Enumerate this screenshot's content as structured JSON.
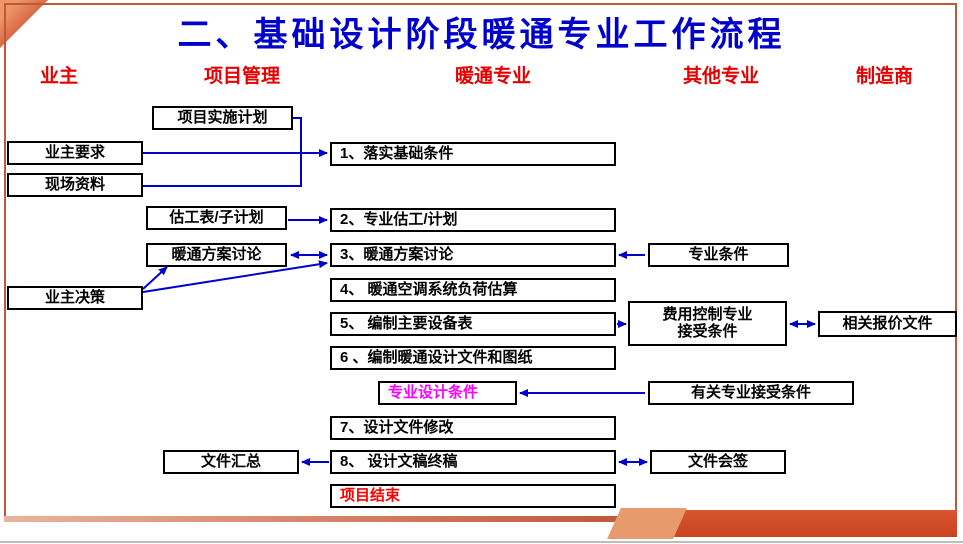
{
  "slide": {
    "title": "二、基础设计阶段暖通专业工作流程",
    "columns": [
      {
        "label": "业主"
      },
      {
        "label": "项目管理"
      },
      {
        "label": "暖通专业"
      },
      {
        "label": "其他专业"
      },
      {
        "label": "制造商"
      }
    ],
    "boxes": {
      "project_plan": "项目实施计划",
      "owner_request": "业主要求",
      "site_data": "现场资料",
      "step1": "1、落实基础条件",
      "estimate_sheet": "估工表/子计划",
      "step2": "2、专业估工/计划",
      "hvac_discussion": "暖通方案讨论",
      "step3": "3、暖通方案讨论",
      "specialty_condition": "专业条件",
      "owner_decision": "业主决策",
      "step4": "4、 暖通空调系统负荷估算",
      "step5": "5、 编制主要设备表",
      "cost_control_line1": "费用控制专业",
      "cost_control_line2": "接受条件",
      "quotation": "相关报价文件",
      "step6": "6 、编制暖通设计文件和图纸",
      "design_condition": "专业设计条件",
      "related_accept": "有关专业接受条件",
      "step7": "7、设计文件修改",
      "doc_summary": "文件汇总",
      "step8": "8、 设计文稿终稿",
      "doc_countersign": "文件会签",
      "project_end": "项目结束"
    },
    "colors": {
      "title_blue": "#0000CC",
      "header_red": "#E60000",
      "arrow_blue": "#0000CC",
      "magenta_text": "#FF00FF",
      "red_text": "#FF0000",
      "frame_orange": "#C0573B"
    }
  }
}
